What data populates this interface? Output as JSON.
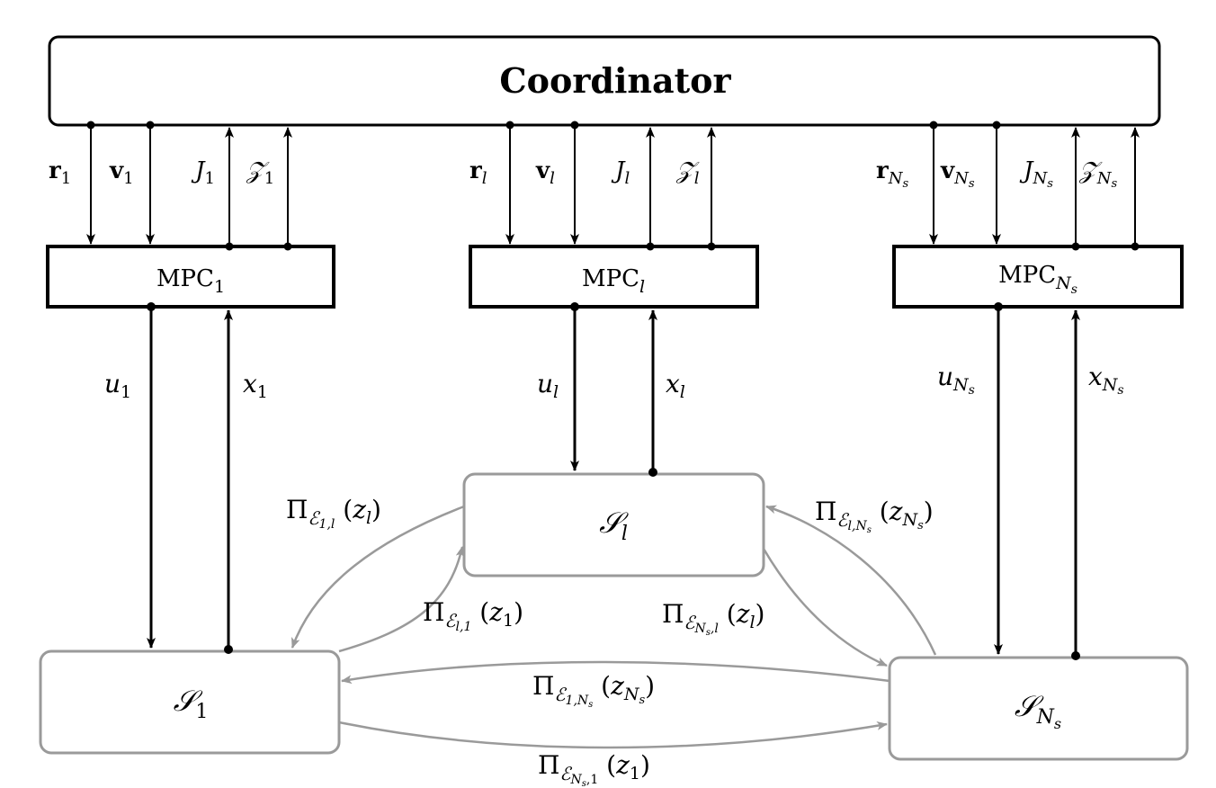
{
  "coordinator": {
    "label": "Coordinator"
  },
  "controllers": [
    {
      "box": {
        "base": "MPC",
        "sub": "1"
      },
      "r": {
        "base": "r",
        "sub": "1"
      },
      "v": {
        "base": "v",
        "sub": "1"
      },
      "J": {
        "base": "J",
        "sub": "1"
      },
      "Z": {
        "base": "𝒵",
        "sub": "1"
      },
      "u": {
        "base": "u",
        "sub": "1"
      },
      "x": {
        "base": "x",
        "sub": "1"
      }
    },
    {
      "box": {
        "base": "MPC",
        "sub": "l"
      },
      "r": {
        "base": "r",
        "sub": "l"
      },
      "v": {
        "base": "v",
        "sub": "l"
      },
      "J": {
        "base": "J",
        "sub": "l"
      },
      "Z": {
        "base": "𝒵",
        "sub": "l"
      },
      "u": {
        "base": "u",
        "sub": "l"
      },
      "x": {
        "base": "x",
        "sub": "l"
      }
    },
    {
      "box": {
        "base": "MPC",
        "sub": "N",
        "subsub": "s"
      },
      "r": {
        "base": "r",
        "sub": "N",
        "subsub": "s"
      },
      "v": {
        "base": "v",
        "sub": "N",
        "subsub": "s"
      },
      "J": {
        "base": "J",
        "sub": "N",
        "subsub": "s"
      },
      "Z": {
        "base": "𝒵",
        "sub": "N",
        "subsub": "s"
      },
      "u": {
        "base": "u",
        "sub": "N",
        "subsub": "s"
      },
      "x": {
        "base": "x",
        "sub": "N",
        "subsub": "s"
      }
    }
  ],
  "subsystems": [
    {
      "base": "𝒮",
      "sub": "1"
    },
    {
      "base": "𝒮",
      "sub": "l"
    },
    {
      "base": "𝒮",
      "sub": "N",
      "subsub": "s"
    }
  ],
  "projections": [
    {
      "pi": "Π",
      "set": "ℰ",
      "sub": "1,l",
      "arg": "z",
      "argsub": "l"
    },
    {
      "pi": "Π",
      "set": "ℰ",
      "sub": "l,1",
      "arg": "z",
      "argsub": "1"
    },
    {
      "pi": "Π",
      "set": "ℰ",
      "sub": "l,N",
      "subsub": "s",
      "arg": "z",
      "argsub": "N",
      "argsubsub": "s"
    },
    {
      "pi": "Π",
      "set": "ℰ",
      "sub": "N",
      "subsub": "s",
      "sub2": ",l",
      "arg": "z",
      "argsub": "l"
    },
    {
      "pi": "Π",
      "set": "ℰ",
      "sub": "1,N",
      "subsub": "s",
      "arg": "z",
      "argsub": "N",
      "argsubsub": "s"
    },
    {
      "pi": "Π",
      "set": "ℰ",
      "sub": "N",
      "subsub": "s",
      "sub2": ",1",
      "arg": "z",
      "argsub": "1"
    }
  ],
  "colors": {
    "control_lines": "#000000",
    "coupling_lines": "#9a9a9a"
  }
}
